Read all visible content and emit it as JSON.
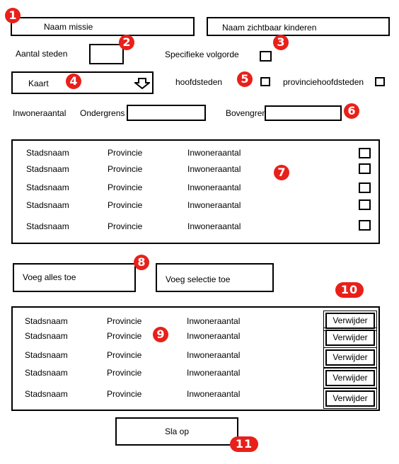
{
  "fields": {
    "mission_name": "Naam missie",
    "visible_name": "Naam zichtbaar kinderen",
    "city_count_label": "Aantal steden",
    "specific_order_label": "Specifieke volgorde",
    "map_select": "Kaart",
    "capitals_label": "hoofdsteden",
    "provincial_capitals_label": "provinciehoofdsteden",
    "population_label": "Inwoneraantal",
    "lower_bound_label": "Ondergrens",
    "upper_bound_label": "Bovengrens"
  },
  "available_cities": {
    "rows": [
      {
        "name": "Stadsnaam",
        "province": "Provincie",
        "population": "Inwoneraantal"
      },
      {
        "name": "Stadsnaam",
        "province": "Provincie",
        "population": "Inwoneraantal"
      },
      {
        "name": "Stadsnaam",
        "province": "Provincie",
        "population": "Inwoneraantal"
      },
      {
        "name": "Stadsnaam",
        "province": "Provincie",
        "population": "Inwoneraantal"
      },
      {
        "name": "Stadsnaam",
        "province": "Provincie",
        "population": "Inwoneraantal"
      }
    ]
  },
  "actions": {
    "add_all": "Voeg alles toe",
    "add_selection": "Voeg selectie toe",
    "save": "Sla op"
  },
  "selected_cities": {
    "remove_label": "Verwijder",
    "rows": [
      {
        "name": "Stadsnaam",
        "province": "Provincie",
        "population": "Inwoneraantal"
      },
      {
        "name": "Stadsnaam",
        "province": "Provincie",
        "population": "Inwoneraantal"
      },
      {
        "name": "Stadsnaam",
        "province": "Provincie",
        "population": "Inwoneraantal"
      },
      {
        "name": "Stadsnaam",
        "province": "Provincie",
        "population": "Inwoneraantal"
      },
      {
        "name": "Stadsnaam",
        "province": "Provincie",
        "population": "Inwoneraantal"
      }
    ]
  },
  "badges": [
    "1",
    "2",
    "3",
    "4",
    "5",
    "6",
    "7",
    "8",
    "9",
    "10",
    "11"
  ],
  "colors": {
    "badge": "#e8201a",
    "border": "#000000",
    "background": "#ffffff"
  }
}
